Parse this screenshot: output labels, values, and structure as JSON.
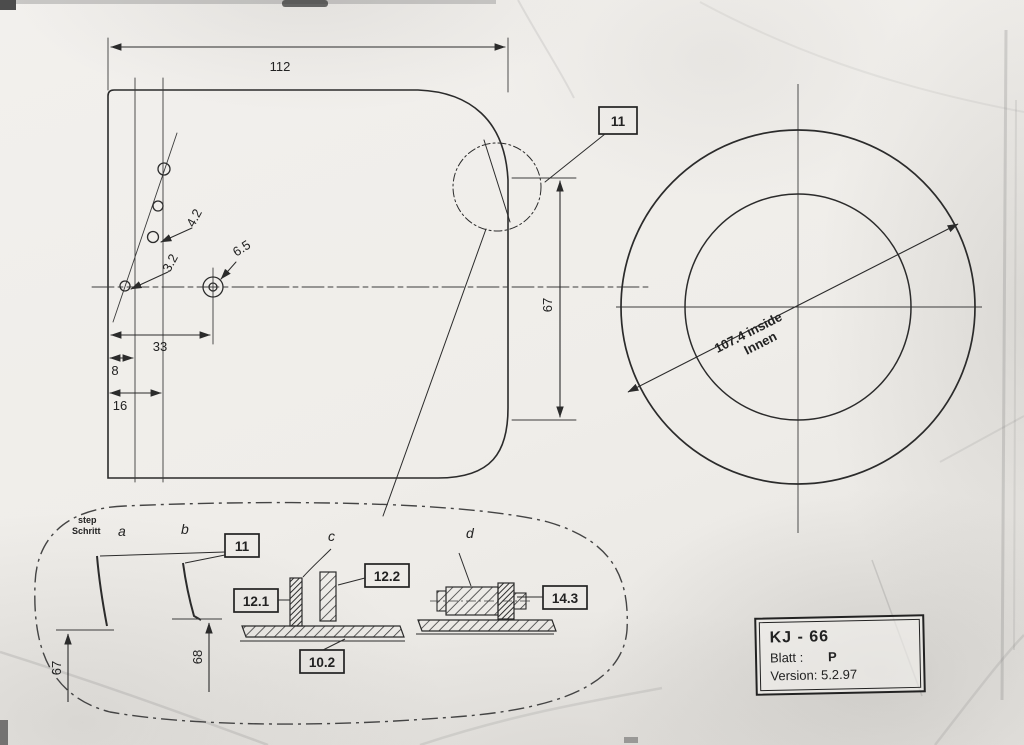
{
  "plate_view": {
    "dim_width": "112",
    "dim_height": "67",
    "dim_hole_a": "4.2",
    "dim_hole_b": "3.2",
    "dim_hole_c": "6.5",
    "dim_33": "33",
    "dim_8": "8",
    "dim_16": "16",
    "detail_ref": "11"
  },
  "ring_view": {
    "dim_line1": "107.4 inside",
    "dim_line2": "Innen"
  },
  "detail_bubble": {
    "step_en": "step",
    "step_de": "Schritt",
    "label_a": "a",
    "label_b": "b",
    "label_c": "c",
    "label_d": "d",
    "ref_11": "11",
    "dim_a": "67",
    "dim_b": "68",
    "ref_12_1": "12.1",
    "ref_12_2": "12.2",
    "ref_10_2": "10.2",
    "ref_14_3": "14.3"
  },
  "title_block": {
    "model": "KJ - 66",
    "sheet_label": "Blatt :",
    "sheet_value": "P",
    "version": "Version: 5.2.97"
  }
}
